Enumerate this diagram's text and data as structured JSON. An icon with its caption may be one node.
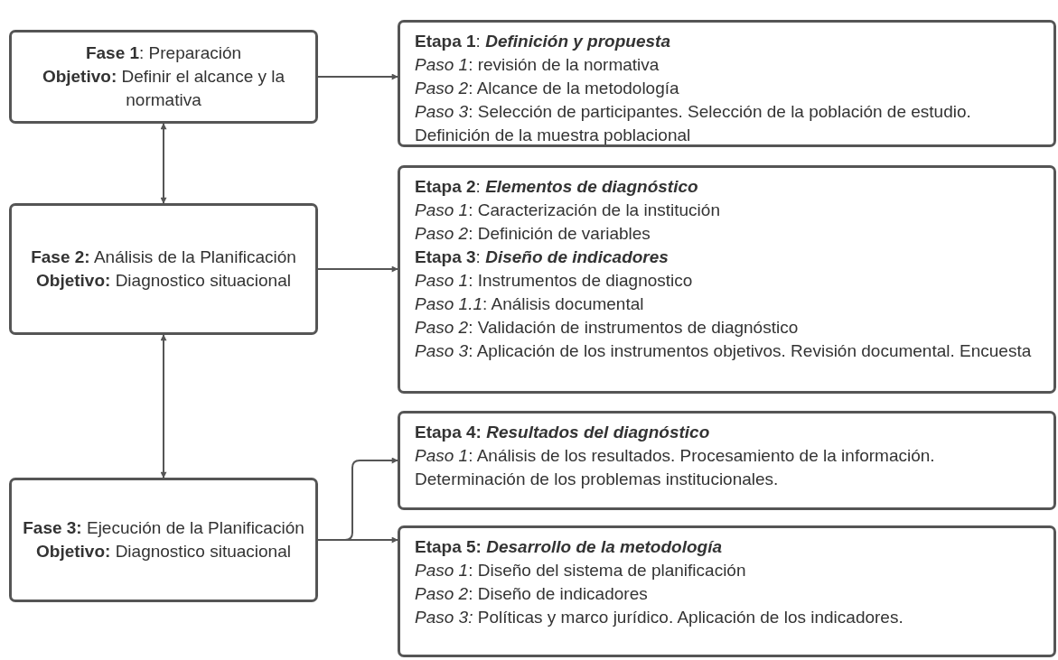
{
  "diagram": {
    "nodes": [
      {
        "text": [
          "**Fase 1**: Preparación",
          "**Objetivo:** Definir el alcance y la normativa"
        ]
      },
      {
        "text": [
          "**Fase 2:** Análisis de la Planificación",
          "**Objetivo:** Diagnostico situacional"
        ]
      },
      {
        "text": [
          "**Fase 3:** Ejecución de la Planificación",
          "**Objetivo:** Diagnostico situacional"
        ]
      },
      {
        "text": [
          "**Etapa 1**: *Definición y propuesta*",
          "*Paso 1*: revisión de la normativa",
          "*Paso 2*: Alcance de la metodología",
          "*Paso 3*: Selección de participantes. Selección de la población de estudio. Definición de la muestra poblacional"
        ]
      },
      {
        "text": [
          "**Etapa 2**: *Elementos de diagnóstico*",
          "*Paso 1*: Caracterización de la institución",
          "*Paso 2*: Definición de variables",
          "**Etapa 3**: *Diseño de indicadores*",
          "*Paso 1*: Instrumentos de diagnostico",
          "*Paso 1.1*: Análisis documental",
          "*Paso 2*: Validación de instrumentos de diagnóstico",
          "*Paso 3*: Aplicación de los instrumentos objetivos. Revisión documental. Encuesta"
        ]
      },
      {
        "text": [
          "**Etapa 4:** *Resultados del diagnóstico*",
          "*Paso 1*: Análisis de los resultados. Procesamiento de la información. Determinación de los problemas institucionales."
        ]
      },
      {
        "text": [
          "**Etapa 5:** *Desarrollo de la metodología*",
          "*Paso 1*: Diseño del sistema de planificación",
          "*Paso 2*: Diseño de indicadores",
          "*Paso 3:* Políticas y marco jurídico. Aplicación de los indicadores."
        ]
      }
    ],
    "edges": [
      {
        "from": 0,
        "to": 1,
        "arrow": "both"
      },
      {
        "from": 1,
        "to": 2,
        "arrow": "both"
      },
      {
        "from": 0,
        "to": 3,
        "arrow": "to"
      },
      {
        "from": 1,
        "to": 4,
        "arrow": "to"
      },
      {
        "from": 2,
        "to": 5,
        "arrow": "to"
      },
      {
        "from": 2,
        "to": 6,
        "arrow": "to"
      }
    ]
  }
}
